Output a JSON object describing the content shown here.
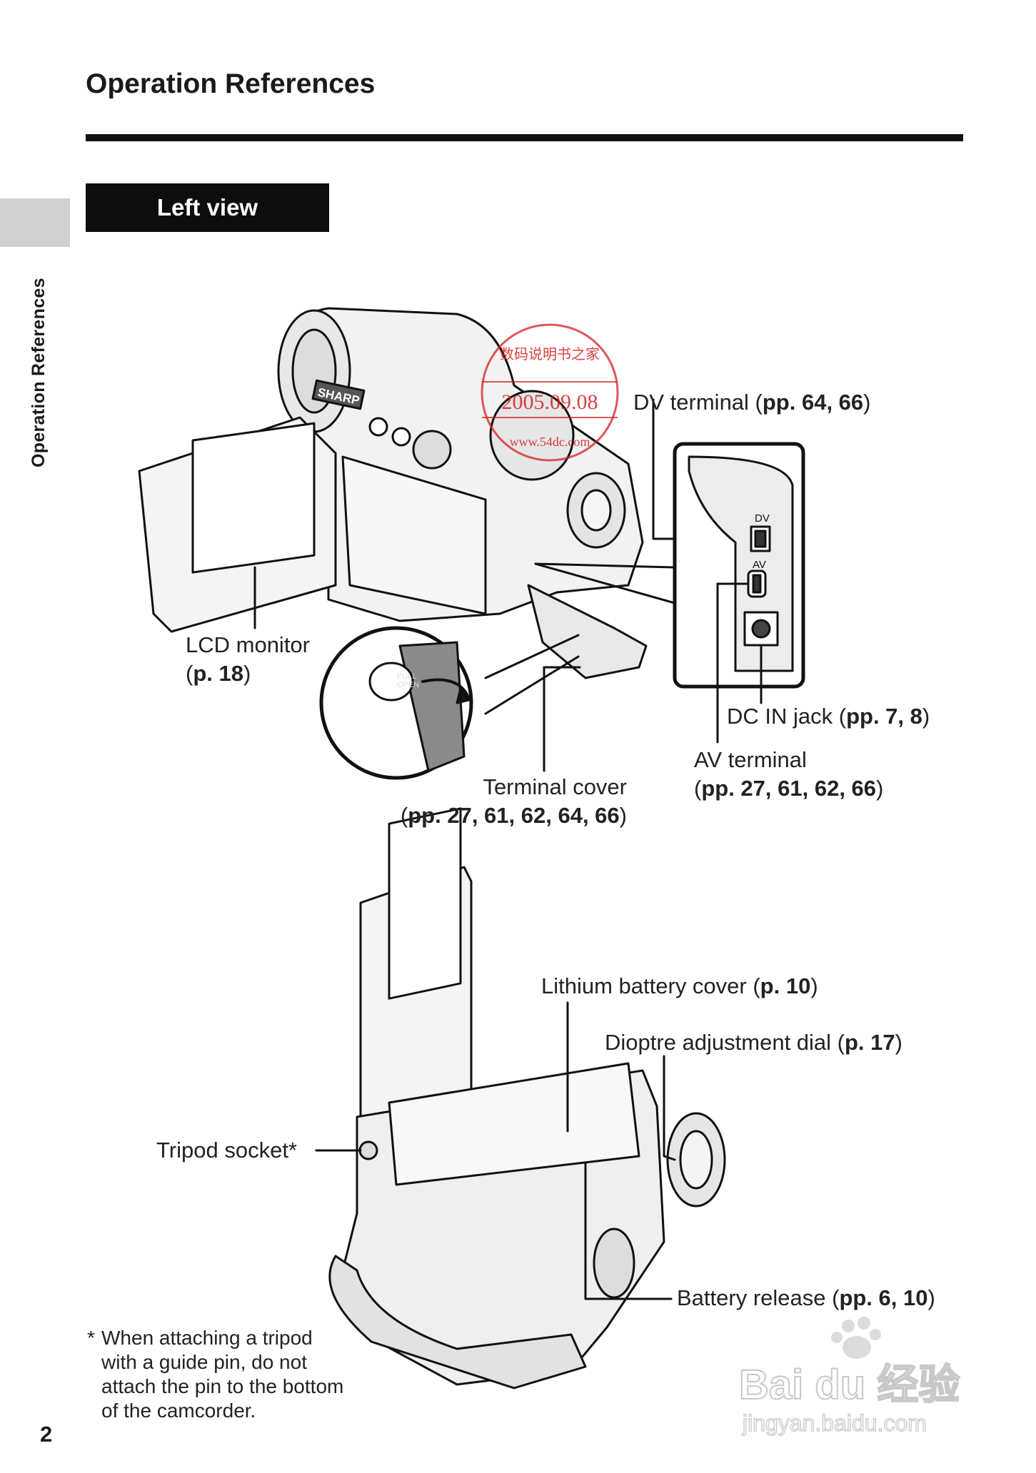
{
  "page": {
    "title": "Operation References",
    "side_label": "Operation References",
    "page_number": "2"
  },
  "section": {
    "heading": "Left view"
  },
  "top_figure": {
    "lcd_monitor": {
      "name": "LCD monitor",
      "ref_open": "(",
      "ref": "p. 18",
      "ref_close": ")"
    },
    "dv_terminal": {
      "name": "DV terminal (",
      "ref": "pp. 64, 66",
      "close": ")"
    },
    "dc_in_jack": {
      "name": "DC IN jack  (",
      "ref": "pp. 7, 8",
      "close": ")"
    },
    "av_terminal": {
      "name": "AV terminal",
      "open": "(",
      "ref": "pp. 27, 61, 62, 66",
      "close": ")"
    },
    "terminal_cover": {
      "name": "Terminal cover",
      "open": "(",
      "ref": "pp. 27, 61, 62, 64, 66",
      "close": ")"
    },
    "inset_port_dv": "DV",
    "inset_port_av": "AV",
    "pull_open": [
      "PULL",
      "OPEN"
    ],
    "brand_logo": "SHARP"
  },
  "bottom_figure": {
    "lithium_battery_cover": {
      "name": "Lithium battery cover (",
      "ref": "p. 10",
      "close": ")"
    },
    "dioptre_dial": {
      "name": "Dioptre adjustment dial (",
      "ref": "p. 17",
      "close": ")"
    },
    "tripod_socket": {
      "name": "Tripod socket*"
    },
    "battery_release": {
      "name": "Battery release (",
      "ref": "pp. 6, 10",
      "close": ")"
    }
  },
  "footnote": {
    "marker": "*",
    "lines": [
      "When attaching a tripod",
      "with a guide pin, do not",
      "attach the pin to the bottom",
      "of the camcorder."
    ]
  },
  "stamp": {
    "top_text": "数码说明书之家",
    "date": "2005.09.08",
    "url": "www.54dc.com",
    "color": "#d42020"
  },
  "watermark": {
    "logo": "Bai du 经验",
    "url": "jingyan.baidu.com"
  }
}
